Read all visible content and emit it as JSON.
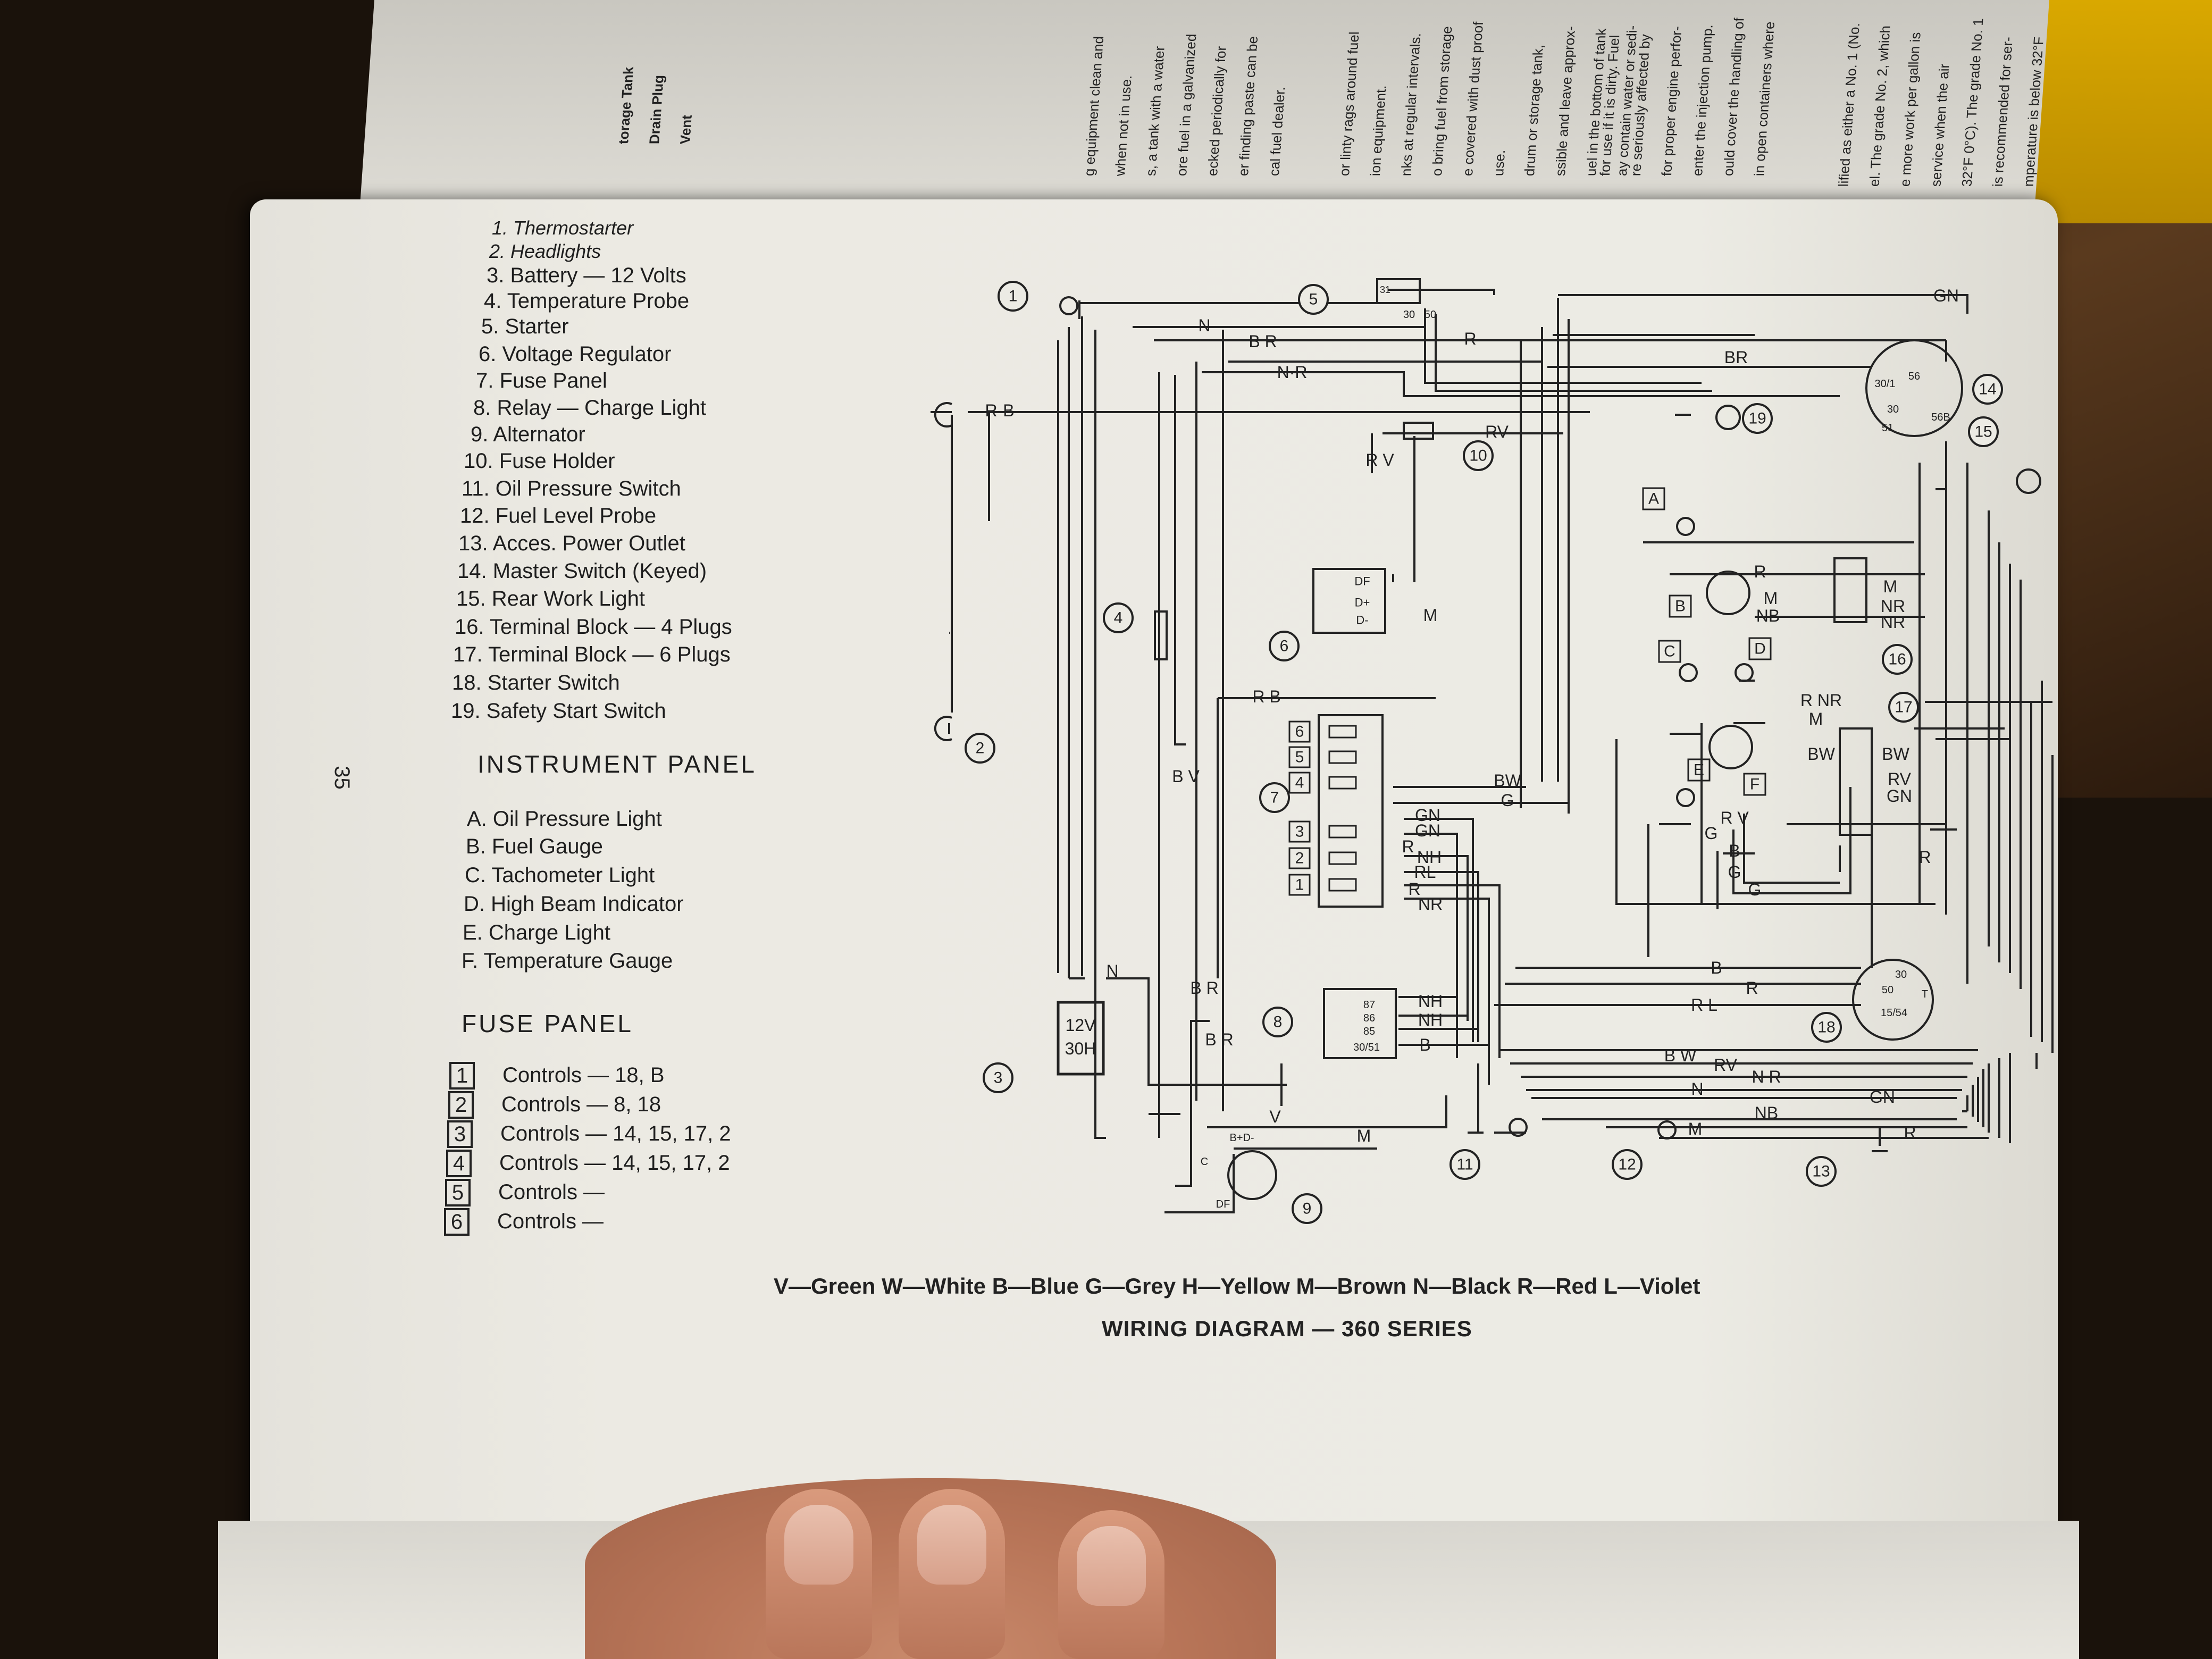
{
  "page_number": "35",
  "components_list": [
    "1. Thermostarter",
    "2. Headlights",
    "3. Battery — 12 Volts",
    "4. Temperature Probe",
    "5. Starter",
    "6. Voltage Regulator",
    "7. Fuse Panel",
    "8. Relay — Charge Light",
    "9. Alternator",
    "10. Fuse Holder",
    "11. Oil Pressure Switch",
    "12. Fuel Level Probe",
    "13. Acces. Power Outlet",
    "14. Master Switch (Keyed)",
    "15. Rear Work Light",
    "16. Terminal Block — 4 Plugs",
    "17. Terminal Block — 6 Plugs",
    "18. Starter Switch",
    "19. Safety Start Switch"
  ],
  "instrument_panel": {
    "heading": "INSTRUMENT PANEL",
    "items": [
      "A. Oil Pressure Light",
      "B. Fuel Gauge",
      "C. Tachometer Light",
      "D. High Beam Indicator",
      "E. Charge Light",
      "F. Temperature Gauge"
    ]
  },
  "fuse_panel": {
    "heading": "FUSE PANEL",
    "items": [
      {
        "num": "1",
        "text": "Controls — 18, B"
      },
      {
        "num": "2",
        "text": "Controls — 8, 18"
      },
      {
        "num": "3",
        "text": "Controls — 14, 15, 17, 2"
      },
      {
        "num": "4",
        "text": "Controls — 14, 15, 17, 2"
      },
      {
        "num": "5",
        "text": "Controls —"
      },
      {
        "num": "6",
        "text": "Controls —"
      }
    ]
  },
  "color_key": "V—Green W—White B—Blue G—Grey H—Yellow M—Brown N—Black R—Red L—Violet",
  "diagram_title": "WIRING DIAGRAM — 360 SERIES",
  "diagram_labels": {
    "callouts": [
      "1",
      "2",
      "3",
      "4",
      "5",
      "6",
      "7",
      "8",
      "9",
      "10",
      "11",
      "12",
      "13",
      "14",
      "15",
      "16",
      "17",
      "18",
      "19"
    ],
    "panel_letters": [
      "A",
      "B",
      "C",
      "D",
      "E",
      "F"
    ],
    "battery": [
      "12V",
      "30H"
    ],
    "wire_codes": {
      "n_top": "N",
      "br_top": "B R",
      "nr_top": "N·R",
      "r_top": "R",
      "gn_top": "GN",
      "br_right": "BR",
      "rb": "R-B",
      "rv_fuse": "RV",
      "rv_left": "R V",
      "m_reg": "M",
      "rb_mid": "R B",
      "bv": "B V",
      "bw": "BW",
      "g": "G",
      "gn1": "GN",
      "gn2": "GN",
      "r1": "R",
      "nh": "NH",
      "rl": "RL",
      "r2": "R",
      "nr": "NR",
      "n_batt": "N",
      "br_low1": "B R",
      "br_low2": "B R",
      "nh1": "NH",
      "nh2": "NH",
      "b_relay": "B",
      "v_alt": "V",
      "m_alt": "M",
      "b_sw": "B",
      "r_sw": "R",
      "rl_sw": "R L",
      "bw_bot": "B W",
      "rv_bot": "RV",
      "nr_bot": "N R",
      "n_bot": "N",
      "gn_bot": "GN",
      "nb_bot": "NB",
      "m_probe": "M",
      "r_outlet": "R",
      "r_ip": "R",
      "m_ip": "M",
      "nb_ip": "NB",
      "m16": "M",
      "nr16a": "NR",
      "nr16b": "NR",
      "r_nr": "R NR",
      "m_ip2": "M",
      "bw17": "BW",
      "bw17b": "BW",
      "rv17": "RV",
      "gn17": "GN",
      "rv_e": "R V",
      "g_e": "G",
      "b_e": "B",
      "g_e2": "G",
      "g_e3": "G",
      "r_e": "R"
    },
    "regulator_terms": [
      "DF",
      "D+",
      "D-"
    ],
    "relay_terms": [
      "87",
      "86",
      "85",
      "30/51"
    ],
    "alt_terms": [
      "B+",
      "D-",
      "C",
      "DF"
    ],
    "master_terms": [
      "30/1",
      "56",
      "30",
      "56B",
      "51"
    ],
    "starter_sw_terms": [
      "30",
      "50",
      "15/54",
      "T"
    ],
    "starter_terms": [
      "31",
      "30",
      "50"
    ]
  },
  "background_page_text": [
    "lified as either a No. 1 (No.",
    "el. The grade No. 2, which",
    "e more work per gallon is",
    "service when the air",
    "32°F 0°C). The grade No. 1",
    "is recommended for ser-",
    "mperature is below 32°F",
    "for use if it is dirty. Fuel",
    "re seriously affected by",
    "for proper engine perfor-",
    "enter the injection pump.",
    "ould cover the handling of",
    "in open containers where",
    "or linty rags around fuel",
    "ion equipment.",
    "nks at regular intervals.",
    "o bring fuel from storage",
    "e covered with dust proof",
    "use.",
    "drum or storage tank,",
    "ssible and leave approx-",
    "uel in the bottom of tank",
    "ay contain water or sedi-",
    "g equipment clean and",
    "when not in use.",
    "s, a tank with a water",
    "ore fuel in a galvanized",
    "ecked periodically for",
    "er finding paste can be",
    "cal fuel dealer.",
    "torage Tank",
    "Drain Plug",
    "Vent"
  ]
}
